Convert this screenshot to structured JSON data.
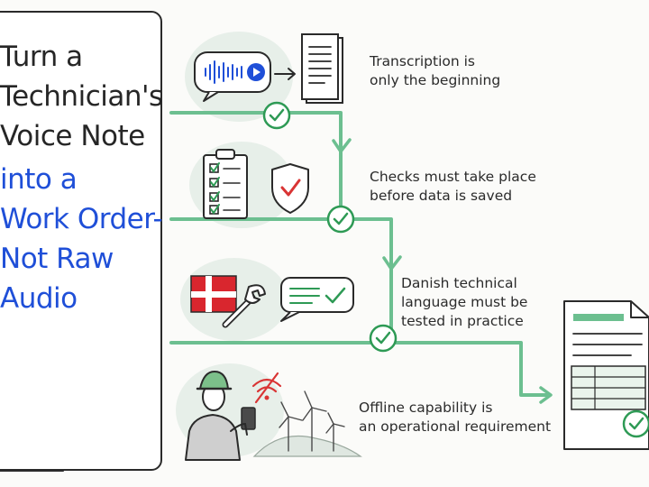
{
  "title": {
    "lines_dark": [
      "Turn a",
      "Technician's",
      "Voice Note"
    ],
    "lines_blue": [
      "into a",
      "Work Order-",
      "Not Raw",
      "Audio"
    ]
  },
  "steps": [
    {
      "text_lines": [
        "Transcription is",
        "only the beginning"
      ]
    },
    {
      "text_lines": [
        "Checks must take place",
        "before data is saved"
      ]
    },
    {
      "text_lines": [
        "Danish technical",
        "language must be",
        "tested in practice"
      ]
    },
    {
      "text_lines": [
        "Offline capability is",
        "an operational requirement"
      ]
    }
  ],
  "colors": {
    "path_green": "#6cbf90",
    "check_green": "#2e9a55",
    "accent_blue": "#1f4fd8",
    "warning_red": "#d93434",
    "flag_red": "#d9262e"
  },
  "icons": [
    "audio-message-icon",
    "arrow-right-icon",
    "document-icon",
    "checklist-clipboard-icon",
    "shield-check-icon",
    "danish-flag-icon",
    "wrench-icon",
    "checked-chat-bubble-icon",
    "technician-icon",
    "no-wifi-icon",
    "wind-turbine-icon",
    "work-order-form-icon"
  ]
}
